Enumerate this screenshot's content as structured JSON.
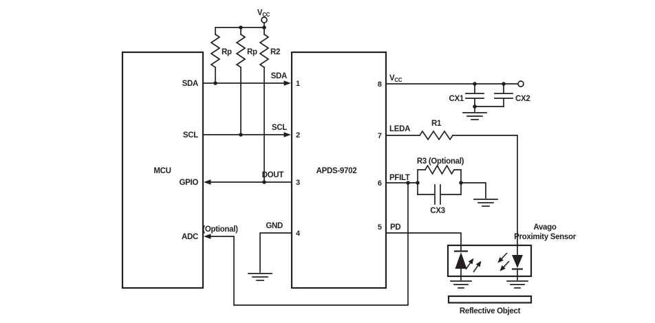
{
  "colors": {
    "ink": "#231f20",
    "paper": "#ffffff"
  },
  "power": {
    "vcc": "V",
    "vcc_sub": "CC"
  },
  "pullups": {
    "rp1": "Rp",
    "rp2": "Rp",
    "r2": "R2"
  },
  "mcu": {
    "name": "MCU",
    "pin_sda": "SDA",
    "pin_scl": "SCL",
    "pin_gpio": "GPIO",
    "pin_adc": "ADC",
    "adc_note": "(Optional)"
  },
  "bus": {
    "sda": "SDA",
    "scl": "SCL",
    "dout": "DOUT",
    "gnd": "GND"
  },
  "ic": {
    "name": "APDS-9702",
    "pin1": "1",
    "pin2": "2",
    "pin3": "3",
    "pin4": "4",
    "pin5": "5",
    "pin6": "6",
    "pin7": "7",
    "pin8": "8",
    "pin8_label": "V",
    "pin8_sub": "CC",
    "pin7_label": "LEDA",
    "pin6_label": "PFILT",
    "pin5_label": "PD"
  },
  "right_side": {
    "cx1": "CX1",
    "cx2": "CX2",
    "r1": "R1",
    "r3": "R3 (Optional)",
    "cx3": "CX3"
  },
  "sensor": {
    "brand": "Avago",
    "type": "Proximity Sensor"
  },
  "reflective": {
    "label": "Reflective Object"
  }
}
